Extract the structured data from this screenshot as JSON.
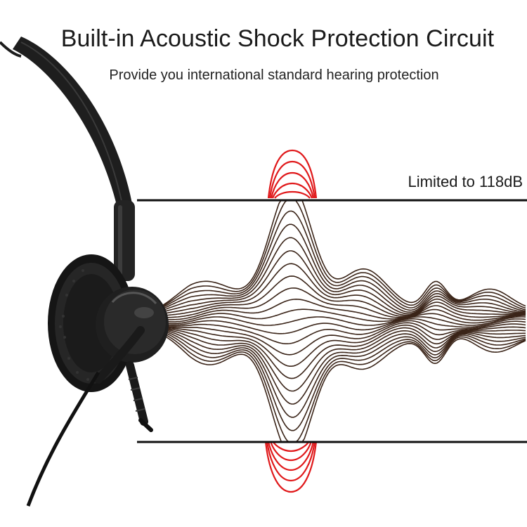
{
  "header": {
    "title": "Built-in Acoustic Shock Protection Circuit",
    "subtitle": "Provide you international standard hearing protection"
  },
  "limit": {
    "label": "Limited to 118dB"
  },
  "graphic": {
    "icons": [
      "headset-icon",
      "sound-wave-icon"
    ],
    "colors": {
      "wave": "#3a2418",
      "clipped_wave": "#e0191b",
      "limit_line": "#111111",
      "headset": "#1c1c1c"
    }
  }
}
